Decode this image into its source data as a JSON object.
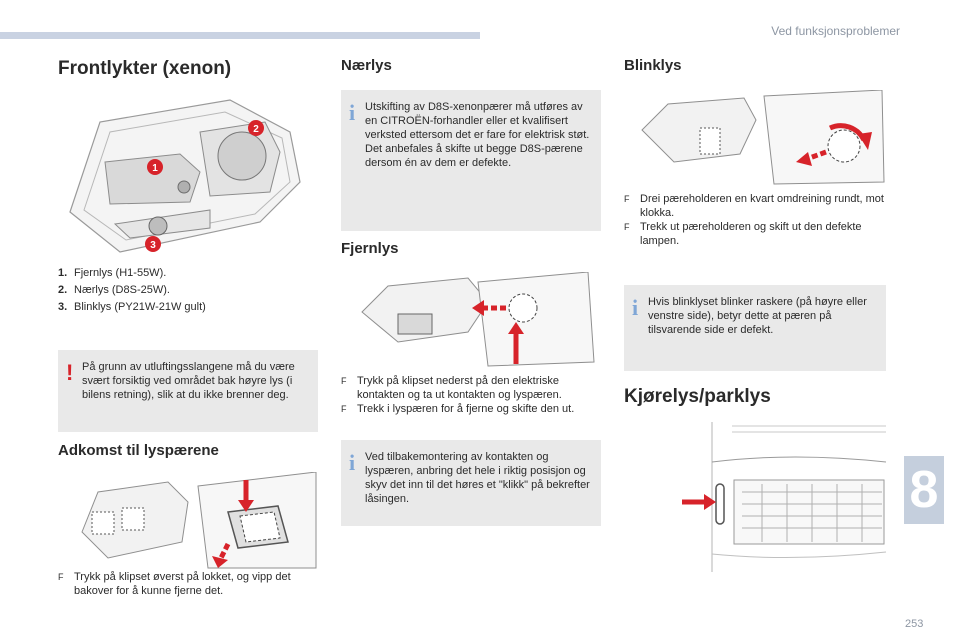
{
  "header": {
    "chapter_title": "Ved funksjonsproblemer"
  },
  "col1": {
    "title": "Frontlykter (xenon)",
    "callouts": [
      "1",
      "2",
      "3"
    ],
    "legend": [
      {
        "num": "1.",
        "text": "Fjernlys (H1-55W)."
      },
      {
        "num": "2.",
        "text": "Nærlys (D8S-25W)."
      },
      {
        "num": "3.",
        "text": "Blinklys (PY21W-21W gult)"
      }
    ],
    "warning": {
      "icon": "!",
      "text": "På grunn av utluftingsslangene må du være svært forsiktig ved området bak høyre lys (i bilens retning), slik at du ikke brenner deg."
    },
    "access_title": "Adkomst til lyspærene",
    "access_bullets": [
      {
        "symbol": "F",
        "text": "Trykk på klipset øverst på lokket, og vipp det bakover for å kunne fjerne det."
      }
    ]
  },
  "col2": {
    "dipped_title": "Nærlys",
    "dipped_info": {
      "icon": "i",
      "line1": "Utskifting av D8S-xenonpærer må utføres av en CITROËN-forhandler eller et kvalifisert verksted ettersom det er fare for elektrisk støt.",
      "line2": "Det anbefales å skifte ut begge D8S-pærene dersom én av dem er defekte."
    },
    "main_title": "Fjernlys",
    "main_bullets": [
      {
        "symbol": "F",
        "text": "Trykk på klipset nederst på den elektriske kontakten og ta ut kontakten og lyspæren."
      },
      {
        "symbol": "F",
        "text": "Trekk i lyspæren for å fjerne og skifte den ut."
      }
    ],
    "main_info": {
      "icon": "i",
      "text": "Ved tilbakemontering av kontakten og lyspæren, anbring det hele i riktig posisjon og skyv det inn til det høres et \"klikk\" på bekrefter låsingen."
    }
  },
  "col3": {
    "indicator_title": "Blinklys",
    "indicator_bullets": [
      {
        "symbol": "F",
        "text": "Drei pæreholderen en kvart omdreining rundt, mot klokka."
      },
      {
        "symbol": "F",
        "text": "Trekk ut pæreholderen og skift ut den defekte lampen."
      }
    ],
    "indicator_info": {
      "icon": "i",
      "text": "Hvis blinklyset blinker raskere (på høyre eller venstre side), betyr dette at pæren på tilsvarende side er defekt."
    },
    "drl_title": "Kjørelys/parklys"
  },
  "footer": {
    "chapter_number": "8",
    "page_number": "253"
  },
  "colors": {
    "accent_red": "#d7232a",
    "info_blue": "#7fa6d6",
    "box_gray": "#e9e9e9",
    "tab_blue": "#c5cfdd"
  }
}
